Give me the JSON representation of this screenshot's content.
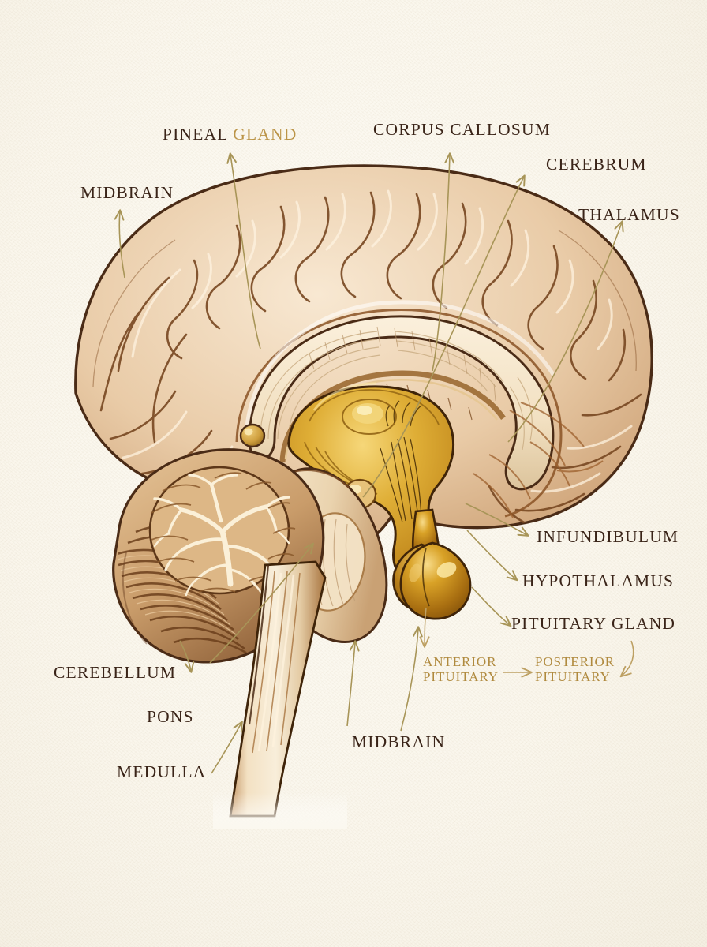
{
  "figure": {
    "title": "Midsagittal section of the human brain",
    "subject": "brain",
    "background_color": "#fbf8ef",
    "ink_color": "#3a2418",
    "leader_color": "#a89558",
    "accent_gold": "#c8952a"
  },
  "labels": [
    {
      "id": "midbrain-top",
      "text": "MIDBRAIN",
      "color": "#3a2418",
      "size": "medium"
    },
    {
      "id": "pineal-gland",
      "text": "PINEAL GLAND",
      "text_part_1": "PINEAL",
      "text_part_2": " GLAND",
      "color": "#3a2418",
      "color_2": "#bb9447",
      "size": "medium"
    },
    {
      "id": "corpus-callosum",
      "text": "CORPUS CALLOSUM",
      "color": "#3a2418",
      "size": "medium"
    },
    {
      "id": "cerebrum",
      "text": "CEREBRUM",
      "color": "#3a2418",
      "size": "medium"
    },
    {
      "id": "thalamus",
      "text": "THALAMUS",
      "color": "#3a2418",
      "size": "medium"
    },
    {
      "id": "infundibulum",
      "text": "INFUNDIBULUM",
      "color": "#3a2418",
      "size": "medium"
    },
    {
      "id": "hypothalamus",
      "text": "HYPOTHALAMUS",
      "color": "#3a2418",
      "size": "medium"
    },
    {
      "id": "pituitary-gland",
      "text": "PITUITARY GLAND",
      "color": "#3a2418",
      "size": "medium"
    },
    {
      "id": "anterior-pituitary",
      "text": "ANTERIOR\nPITUITARY",
      "line_1": "ANTERIOR",
      "line_2": "PITUITARY",
      "color": "#b08a3e",
      "size": "small"
    },
    {
      "id": "posterior-pituitary",
      "text": "POSTERIOR\nPITUITARY",
      "line_1": "POSTERIOR",
      "line_2": "PITUITARY",
      "color": "#b08a3e",
      "size": "small"
    },
    {
      "id": "cerebellum",
      "text": "CEREBELLUM",
      "color": "#3a2418",
      "size": "medium"
    },
    {
      "id": "pons",
      "text": "PONS",
      "color": "#3a2418",
      "size": "medium"
    },
    {
      "id": "medulla",
      "text": "MEDULLA",
      "color": "#3a2418",
      "size": "medium"
    },
    {
      "id": "midbrain-bottom",
      "text": "MIDBRAIN",
      "color": "#3a2418",
      "size": "medium"
    }
  ],
  "structures": [
    {
      "id": "cerebrum",
      "name": "Cerebrum",
      "fill": "#e8c8a4"
    },
    {
      "id": "corpus-callosum",
      "name": "Corpus callosum",
      "fill": "#f3e2c4"
    },
    {
      "id": "thalamus",
      "name": "Thalamus",
      "fill": "#d5a02a"
    },
    {
      "id": "hypothalamus",
      "name": "Hypothalamus",
      "fill": "#c8952a"
    },
    {
      "id": "infundibulum",
      "name": "Infundibulum",
      "fill": "#c8952a"
    },
    {
      "id": "pituitary-gland",
      "name": "Pituitary gland",
      "fill": "#b8801c"
    },
    {
      "id": "pineal-gland",
      "name": "Pineal gland",
      "fill": "#d9ab4e"
    },
    {
      "id": "cerebellum",
      "name": "Cerebellum",
      "fill": "#c79a6a"
    },
    {
      "id": "pons",
      "name": "Pons",
      "fill": "#f0dcbc"
    },
    {
      "id": "midbrain",
      "name": "Midbrain",
      "fill": "#ecd7b4"
    },
    {
      "id": "medulla",
      "name": "Medulla oblongata",
      "fill": "#ecd7b4"
    }
  ]
}
